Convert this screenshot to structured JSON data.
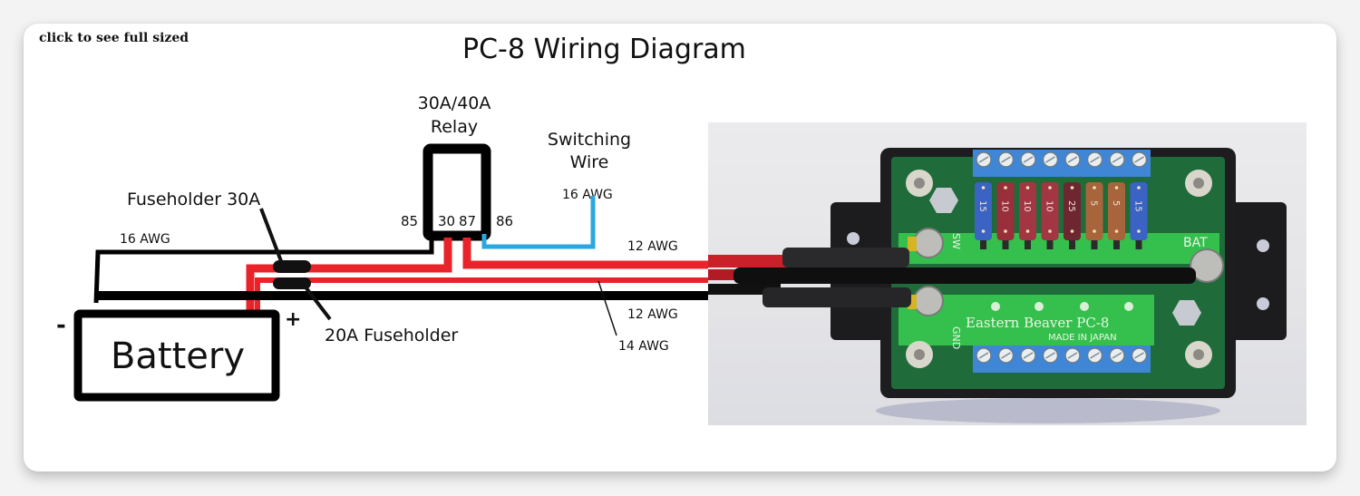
{
  "caption": {
    "link_text": "click to see full sized"
  },
  "diagram": {
    "title": "PC-8 Wiring Diagram",
    "relay": {
      "label_line1": "30A/40A",
      "label_line2": "Relay",
      "pin_85": "85",
      "pin_30": "30",
      "pin_87": "87",
      "pin_86": "86"
    },
    "switching_wire": {
      "label_line1": "Switching",
      "label_line2": "Wire",
      "gauge": "16 AWG"
    },
    "fuseholder_30a": "Fuseholder 30A",
    "fuseholder_20a": "20A Fuseholder",
    "wire_labels": {
      "ground_to_relay": "16 AWG",
      "relay_out": "12 AWG",
      "ground_main": "12 AWG",
      "fused_direct": "14 AWG"
    },
    "battery": {
      "label": "Battery",
      "negative": "-",
      "positive": "+"
    },
    "colors": {
      "power_wire": "#e8232a",
      "ground_wire": "#000000",
      "switch_wire": "#2aa7e0"
    }
  },
  "photo": {
    "board_text": "Eastern Beaver PC-8",
    "board_subtext": "MADE IN JAPAN",
    "terminal_bat": "BAT",
    "terminal_gnd": "GND",
    "terminal_sw": "SW",
    "fuses": [
      {
        "rating": "15",
        "color": "#3a63c4"
      },
      {
        "rating": "10",
        "color": "#9a2f3c"
      },
      {
        "rating": "10",
        "color": "#a33643"
      },
      {
        "rating": "10",
        "color": "#a33643"
      },
      {
        "rating": "25",
        "color": "#6e2630"
      },
      {
        "rating": "5",
        "color": "#a8643a"
      },
      {
        "rating": "5",
        "color": "#a8643a"
      },
      {
        "rating": "15",
        "color": "#3a63c4"
      }
    ],
    "colors": {
      "pcb": "#1f6b3a",
      "pcb_light": "#35c04d",
      "terminal_block": "#3f86d6",
      "case": "#1d1d1f"
    }
  }
}
